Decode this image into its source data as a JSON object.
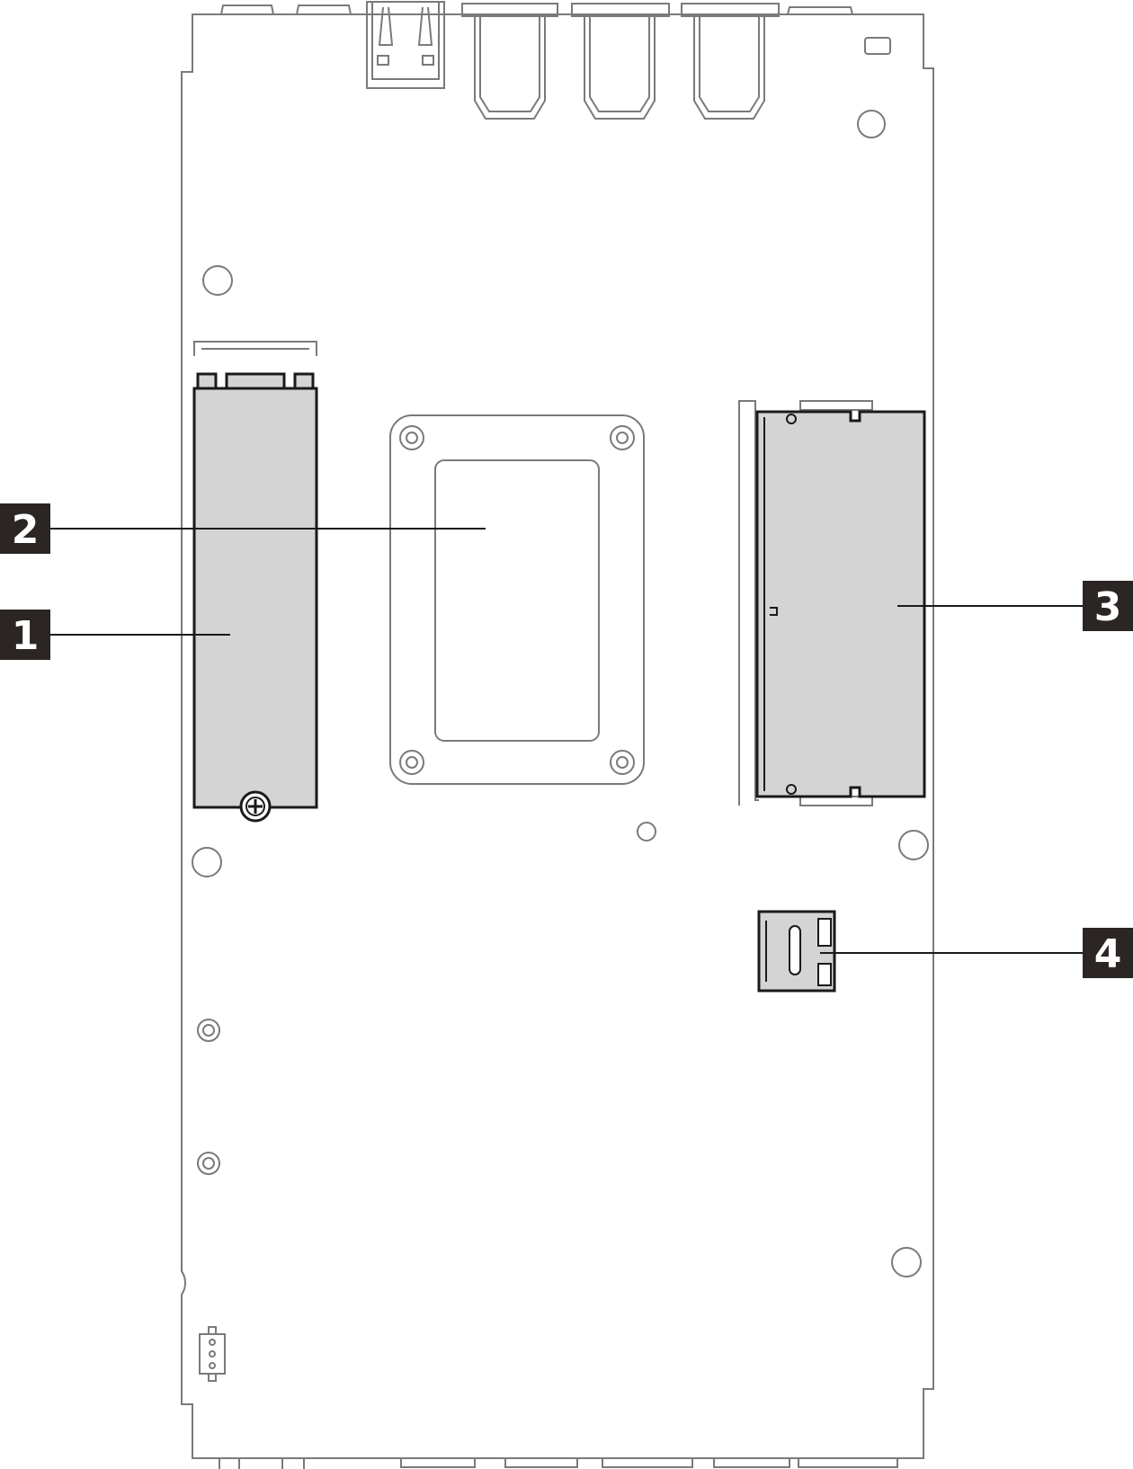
{
  "diagram": {
    "colors": {
      "outline": "#7a7a7a",
      "component_fill": "#d4d4d4",
      "component_stroke": "#1a1a1a",
      "callout_bg": "#2b2623",
      "callout_text": "#ffffff",
      "leader_line": "#1a1a1a"
    },
    "callouts": [
      {
        "id": "1",
        "label": "1",
        "component": "m2-drive"
      },
      {
        "id": "2",
        "label": "2",
        "component": "processor-socket"
      },
      {
        "id": "3",
        "label": "3",
        "component": "memory-module"
      },
      {
        "id": "4",
        "label": "4",
        "component": "microsd-socket"
      }
    ]
  }
}
